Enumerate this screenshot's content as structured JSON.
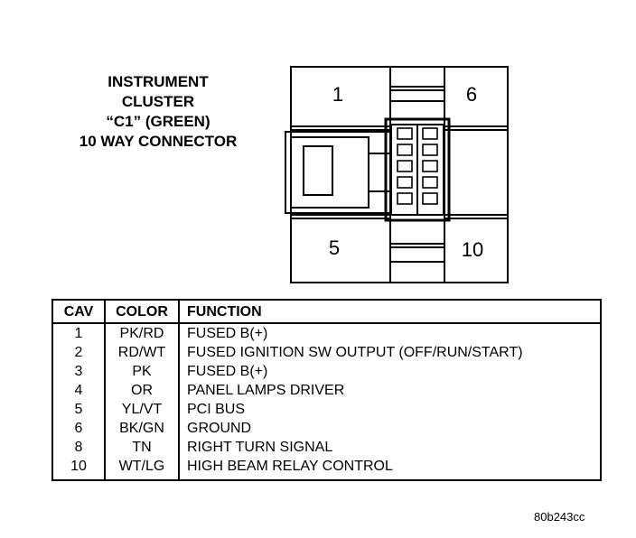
{
  "title_lines": [
    "INSTRUMENT",
    "CLUSTER",
    "“C1” (GREEN)",
    "10 WAY CONNECTOR"
  ],
  "connector": {
    "cavity_labels": {
      "top_left": "1",
      "top_right": "6",
      "bottom_left": "5",
      "bottom_right": "10"
    }
  },
  "table": {
    "headers": {
      "cav": "CAV",
      "color": "COLOR",
      "function": "FUNCTION"
    },
    "rows": [
      {
        "cav": "1",
        "color": "PK/RD",
        "function": "FUSED B(+)"
      },
      {
        "cav": "2",
        "color": "RD/WT",
        "function": "FUSED IGNITION SW OUTPUT (OFF/RUN/START)"
      },
      {
        "cav": "3",
        "color": "PK",
        "function": "FUSED B(+)"
      },
      {
        "cav": "4",
        "color": "OR",
        "function": "PANEL LAMPS DRIVER"
      },
      {
        "cav": "5",
        "color": "YL/VT",
        "function": "PCI BUS"
      },
      {
        "cav": "6",
        "color": "BK/GN",
        "function": "GROUND"
      },
      {
        "cav": "8",
        "color": "TN",
        "function": "RIGHT TURN SIGNAL"
      },
      {
        "cav": "10",
        "color": "WT/LG",
        "function": "HIGH BEAM RELAY CONTROL"
      }
    ]
  },
  "reference_code": "80b243cc"
}
